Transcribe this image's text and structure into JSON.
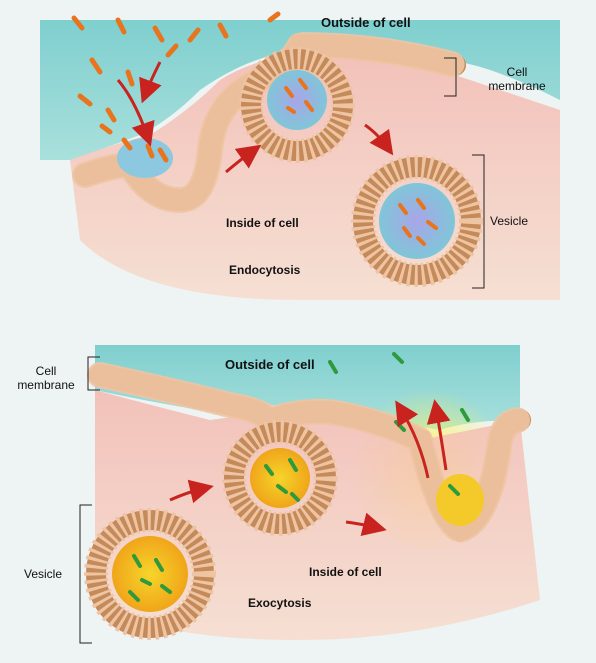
{
  "endocytosis": {
    "title": "Endocytosis",
    "outside_label": "Outside of cell",
    "inside_label": "Inside of cell",
    "membrane_label": [
      "Cell",
      "membrane"
    ],
    "vesicle_label": "Vesicle",
    "particle_color": "#e8741e"
  },
  "exocytosis": {
    "title": "Exocytosis",
    "outside_label": "Outside of cell",
    "inside_label": "Inside of cell",
    "membrane_label": [
      "Cell",
      "membrane"
    ],
    "vesicle_label": "Vesicle",
    "particle_color": "#2e9a3c",
    "vesicle_fill_color": "#f2c21a"
  },
  "colors": {
    "outside": "#8fd3d2",
    "cytoplasm": "#f4c9b8",
    "membrane_head": "#e8b48c",
    "membrane_tail": "#c58a5a",
    "arrow": "#c8231e"
  }
}
